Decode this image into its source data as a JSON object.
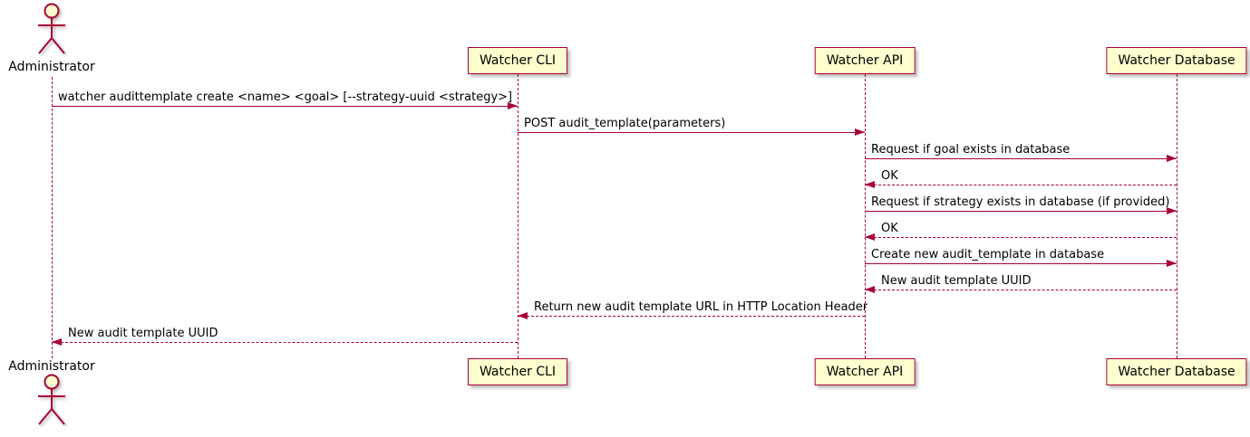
{
  "diagram": {
    "type": "sequence",
    "colors": {
      "line": "#A80036",
      "participant_fill": "#FEFECE",
      "participant_border": "#A80036",
      "text": "#000000",
      "background": "#FFFFFF"
    },
    "actors": [
      {
        "id": "admin",
        "label": "Administrator",
        "kind": "actor"
      },
      {
        "id": "cli",
        "label": "Watcher CLI",
        "kind": "participant"
      },
      {
        "id": "api",
        "label": "Watcher API",
        "kind": "participant"
      },
      {
        "id": "db",
        "label": "Watcher Database",
        "kind": "participant"
      }
    ],
    "messages": [
      {
        "from": "admin",
        "to": "cli",
        "style": "solid",
        "text": "watcher audittemplate create <name> <goal> [--strategy-uuid <strategy>]"
      },
      {
        "from": "cli",
        "to": "api",
        "style": "solid",
        "text": "POST audit_template(parameters)"
      },
      {
        "from": "api",
        "to": "db",
        "style": "solid",
        "text": "Request if goal exists in database"
      },
      {
        "from": "db",
        "to": "api",
        "style": "dashed",
        "text": "OK"
      },
      {
        "from": "api",
        "to": "db",
        "style": "solid",
        "text": "Request if strategy exists in database (if provided)"
      },
      {
        "from": "db",
        "to": "api",
        "style": "dashed",
        "text": "OK"
      },
      {
        "from": "api",
        "to": "db",
        "style": "solid",
        "text": "Create new audit_template in database"
      },
      {
        "from": "db",
        "to": "api",
        "style": "dashed",
        "text": "New audit template UUID"
      },
      {
        "from": "api",
        "to": "cli",
        "style": "dashed",
        "text": "Return new audit template URL in HTTP Location Header"
      },
      {
        "from": "cli",
        "to": "admin",
        "style": "dashed",
        "text": "New audit template UUID"
      }
    ]
  }
}
